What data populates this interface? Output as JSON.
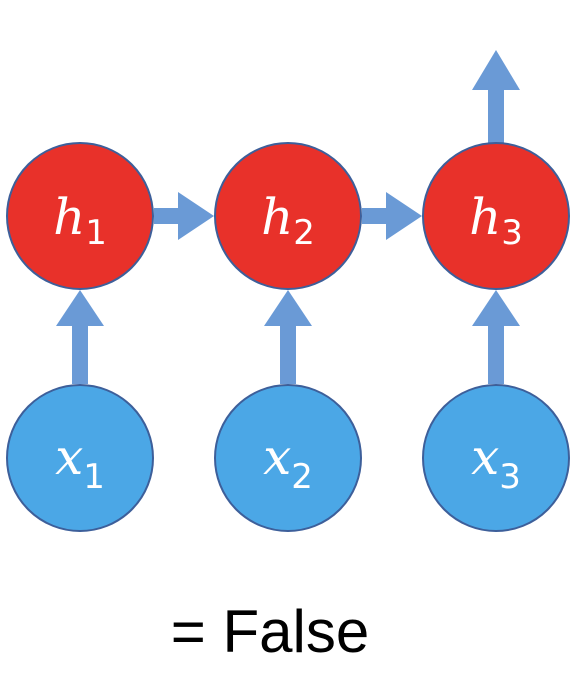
{
  "nodes": {
    "hidden": [
      {
        "var": "h",
        "sub": "1"
      },
      {
        "var": "h",
        "sub": "2"
      },
      {
        "var": "h",
        "sub": "3"
      }
    ],
    "input": [
      {
        "var": "x",
        "sub": "1"
      },
      {
        "var": "x",
        "sub": "2"
      },
      {
        "var": "x",
        "sub": "3"
      }
    ]
  },
  "caption": "= False",
  "colors": {
    "hidden_fill": "#e8312a",
    "input_fill": "#4ba7e6",
    "node_stroke": "#3d5f9a",
    "arrow": "#6a9ad6"
  }
}
